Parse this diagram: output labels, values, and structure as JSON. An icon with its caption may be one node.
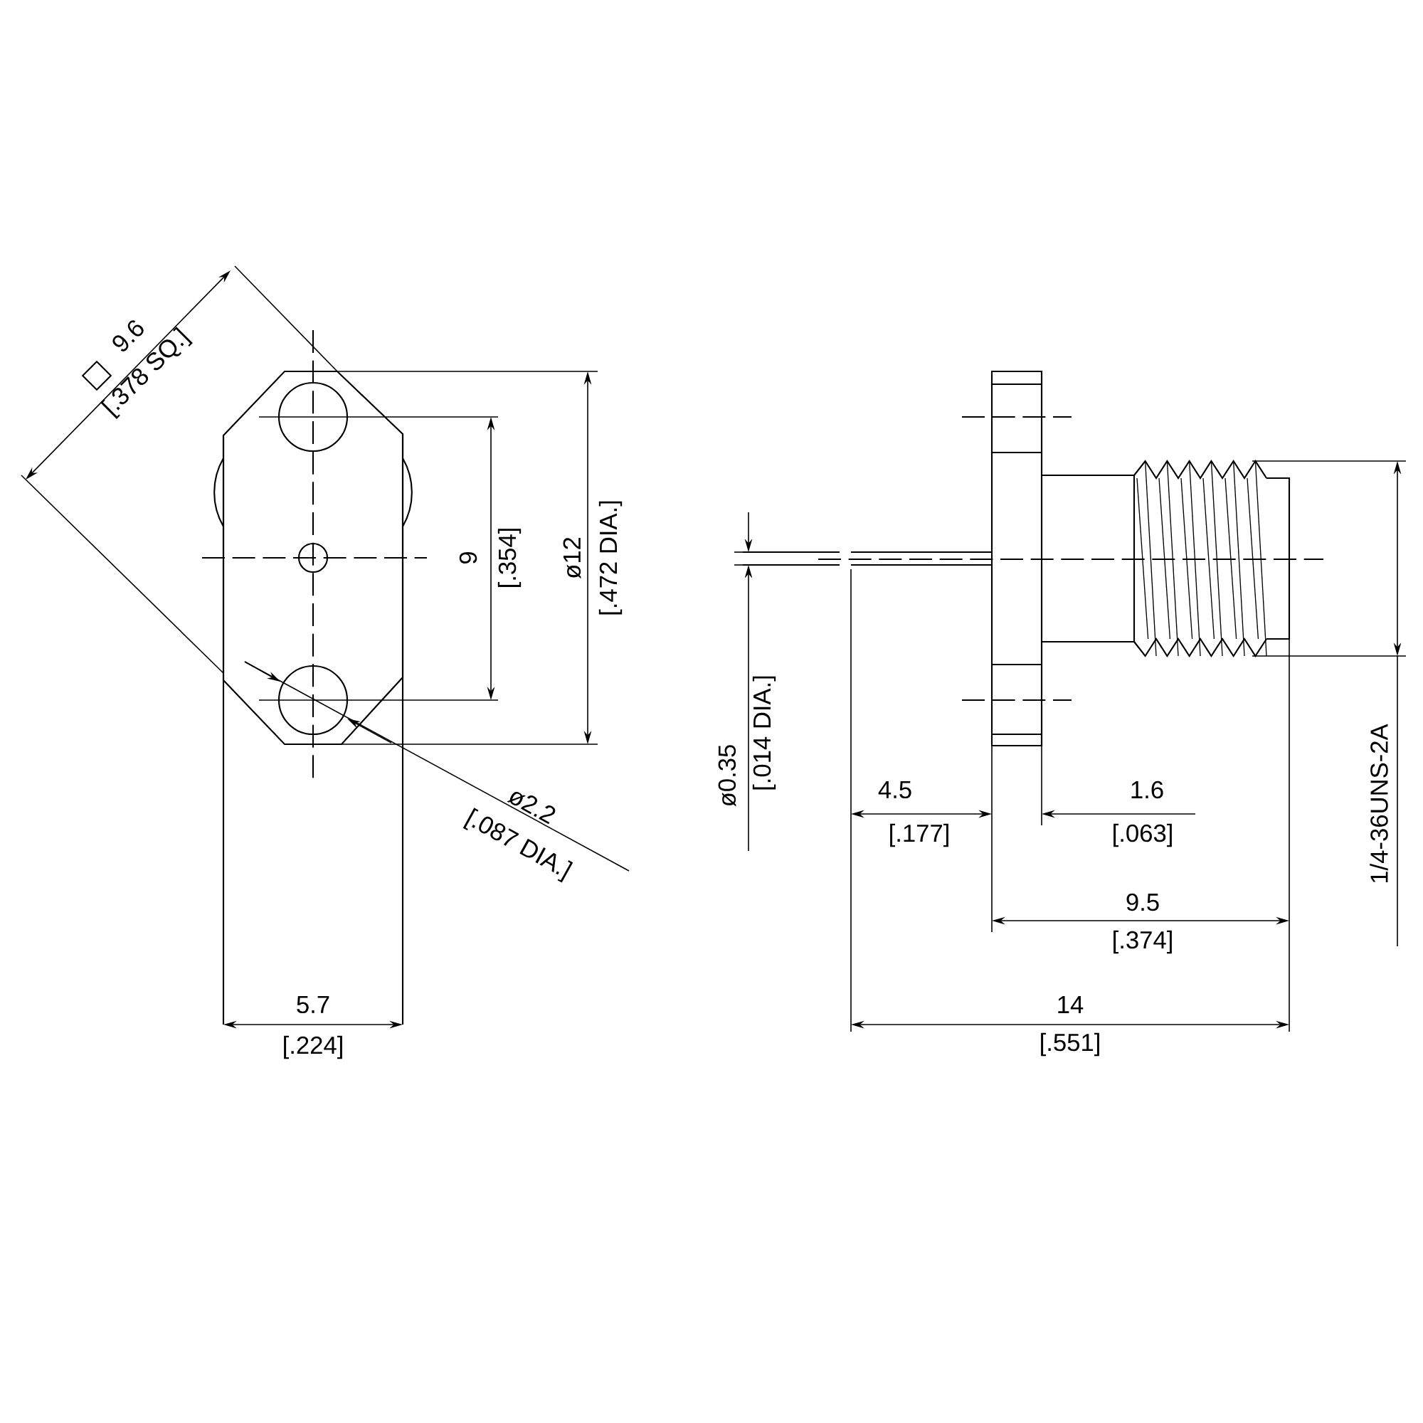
{
  "diagram": {
    "labels": [
      "9.6",
      "[.378 SQ.]",
      "9",
      "[.354]",
      "ø12",
      "[.472 DIA.]",
      "ø2.2",
      "[.087 DIA.]",
      "ø0.35",
      "[.014 DIA.]",
      "4.5",
      "[.177]",
      "1.6",
      "[.063]",
      "9.5",
      "[.374]",
      "1/4-36UNS-2A",
      "5.7",
      "[.224]",
      "14",
      "[.551]"
    ]
  }
}
